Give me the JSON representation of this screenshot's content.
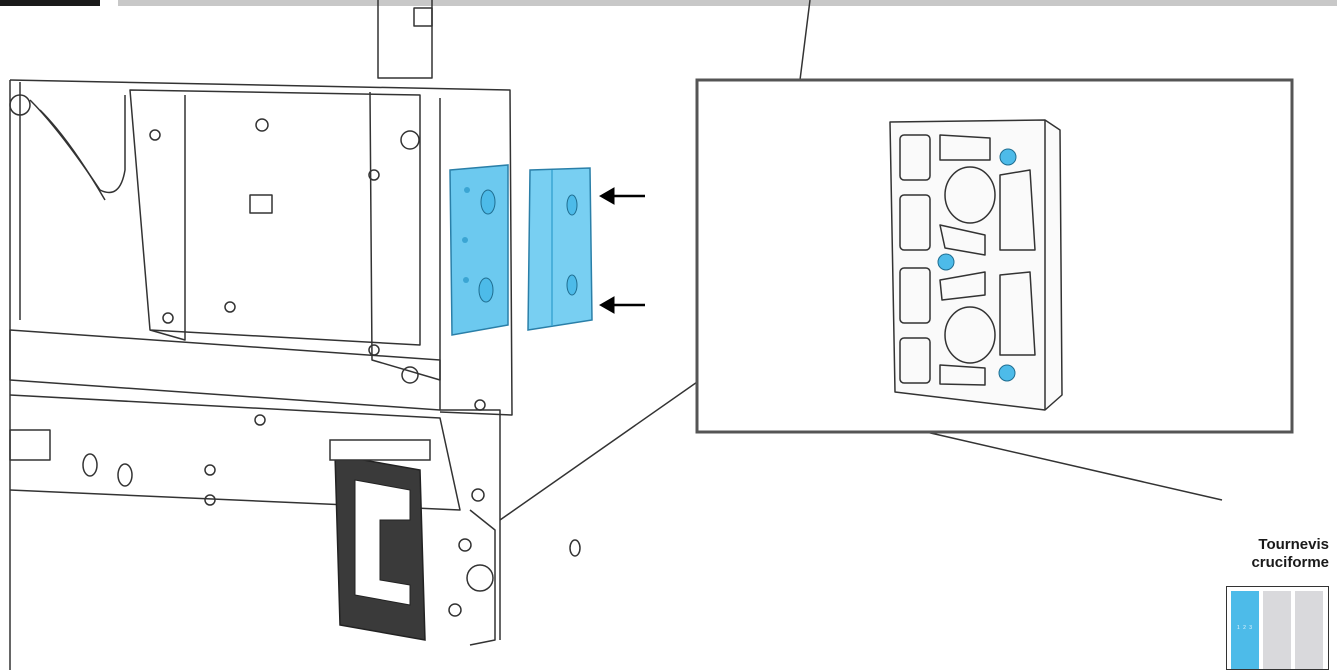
{
  "tool": {
    "name_line1": "Tournevis",
    "name_line2": "cruciforme",
    "slot_label": "1 2 3"
  },
  "colors": {
    "accent": "#4dbbe9",
    "line": "#333333",
    "highlight_part": "#6cc9ef",
    "gasket": "#3a3a3a"
  },
  "icons": [
    "arrow-left-icon",
    "arrow-left-icon",
    "screwdriver-icon"
  ]
}
